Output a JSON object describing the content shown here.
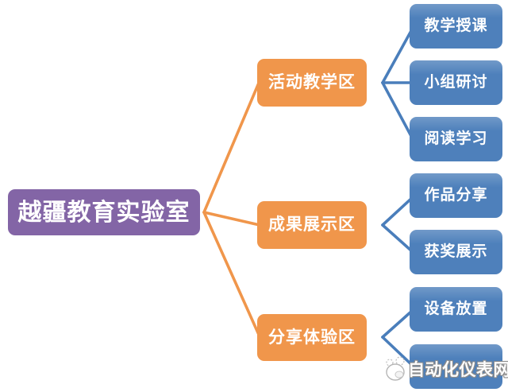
{
  "colors": {
    "root_fill": "#8365A6",
    "branch_fill": "#F0964B",
    "leaf_fill": "#4E80BB",
    "branch_line": "#F0964B",
    "leaf_line": "#4A7EBB",
    "text": "#FFFFFF",
    "background": "#FFFFFF"
  },
  "diagram": {
    "type": "tree-mindmap",
    "root": {
      "label": "越疆教育实验室"
    },
    "branches": [
      {
        "label": "活动教学区",
        "children": [
          {
            "label": "教学授课"
          },
          {
            "label": "小组研讨"
          },
          {
            "label": "阅读学习"
          }
        ]
      },
      {
        "label": "成果展示区",
        "children": [
          {
            "label": "作品分享"
          },
          {
            "label": "获奖展示"
          }
        ]
      },
      {
        "label": "分享体验区",
        "children": [
          {
            "label": "设备放置"
          },
          {
            "label": ""
          }
        ]
      }
    ]
  },
  "watermark": {
    "text": "自动化仪表网",
    "logo": "mascot-logo-icon"
  }
}
